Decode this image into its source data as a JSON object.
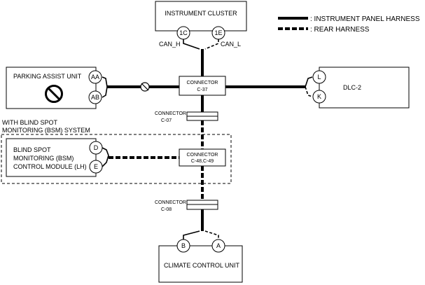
{
  "legend": {
    "solid_label": ": INSTRUMENT PANEL HARNESS",
    "dashed_label": ": REAR HARNESS"
  },
  "instrument_cluster": {
    "title": "INSTRUMENT CLUSTER",
    "pin_1c": "1C",
    "pin_1e": "1E",
    "can_h": "CAN_H",
    "can_l": "CAN_L"
  },
  "parking_assist": {
    "title": "PARKING ASSIST UNIT",
    "pin_aa": "AA",
    "pin_ab": "AB"
  },
  "dlc": {
    "title": "DLC-2",
    "pin_l": "L",
    "pin_k": "K"
  },
  "connector_c37": {
    "line1": "CONNECTOR",
    "line2": "C-37"
  },
  "connector_c07": {
    "line1": "CONNECTOR",
    "line2": "C-07"
  },
  "connector_c48": {
    "line1": "CONNECTOR",
    "line2": "C-48,C-49"
  },
  "connector_c08": {
    "line1": "CONNECTOR",
    "line2": "C-08"
  },
  "bsm_group": {
    "label_line1": "WITH BLIND SPOT",
    "label_line2": "MONITORING (BSM) SYSTEM"
  },
  "bsm_module": {
    "line1": "BLIND SPOT",
    "line2": "MONITORING (BSM)",
    "line3": "CONTROL MODULE (LH)",
    "pin_d": "D",
    "pin_e": "E"
  },
  "climate_control": {
    "title": "CLIMATE CONTROL UNIT",
    "pin_b": "B",
    "pin_a": "A"
  }
}
